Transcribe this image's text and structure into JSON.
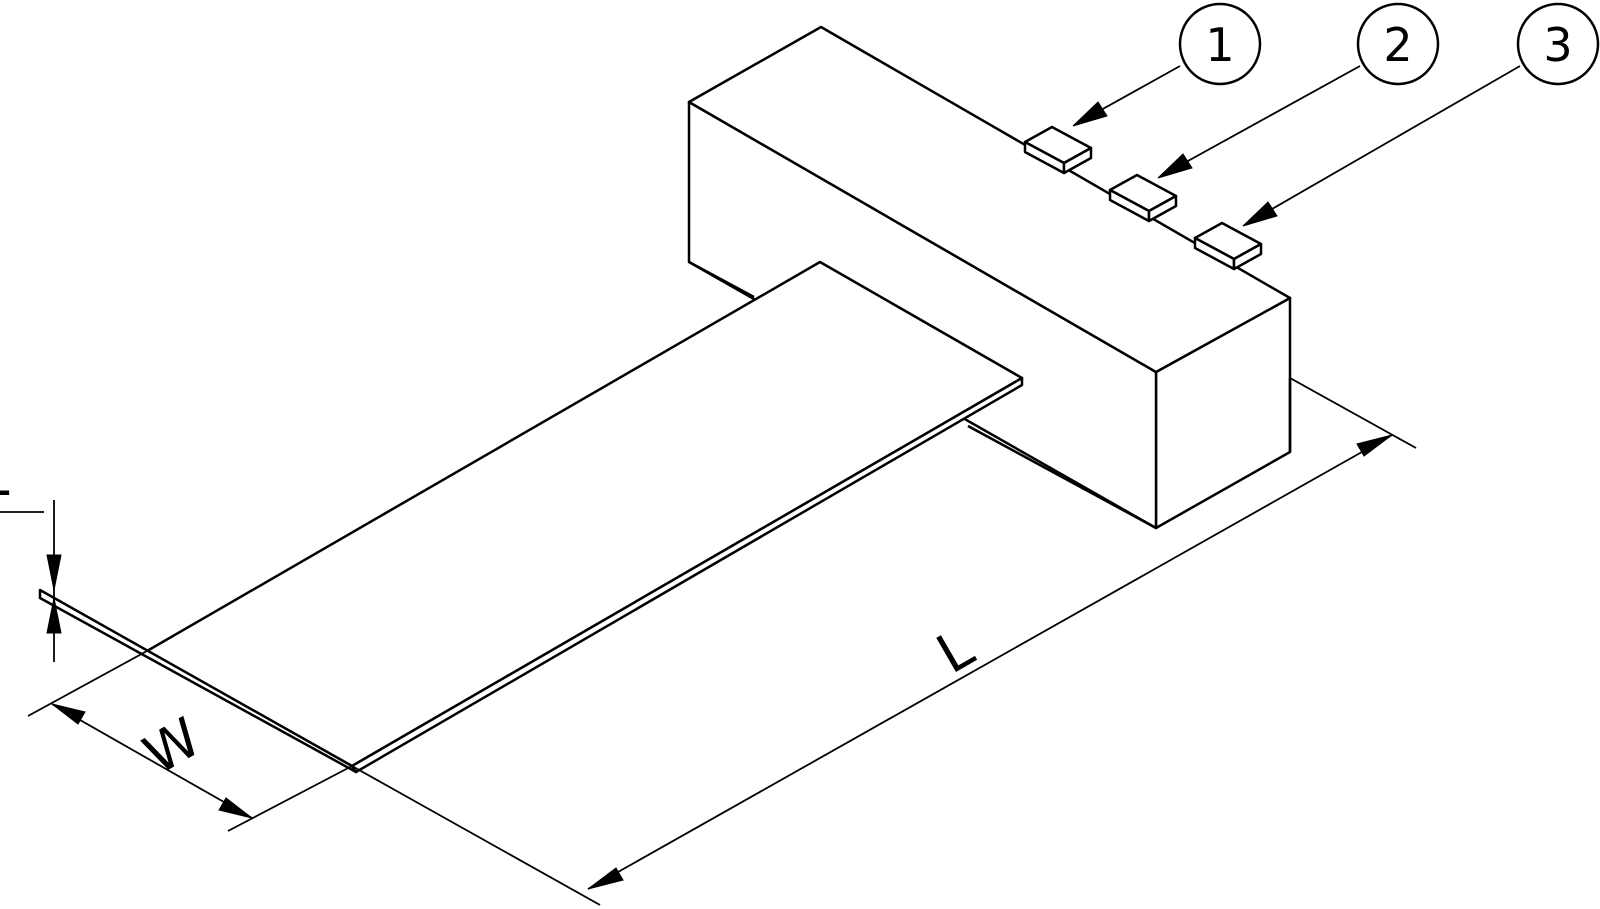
{
  "dimensions": {
    "thickness": "T",
    "width": "W",
    "length": "L"
  },
  "balloons": [
    {
      "label": "1"
    },
    {
      "label": "2"
    },
    {
      "label": "3"
    }
  ]
}
